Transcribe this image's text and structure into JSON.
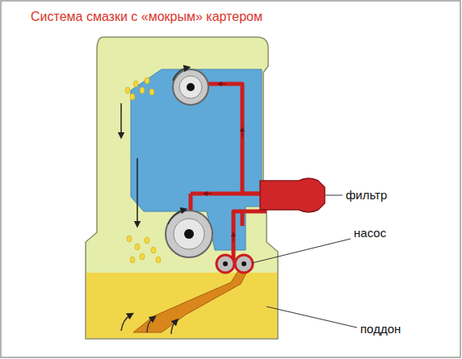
{
  "diagram": {
    "title": "Система смазки с «мокрым» картером",
    "labels": [
      "фильтр",
      "насос",
      "поддон"
    ]
  }
}
